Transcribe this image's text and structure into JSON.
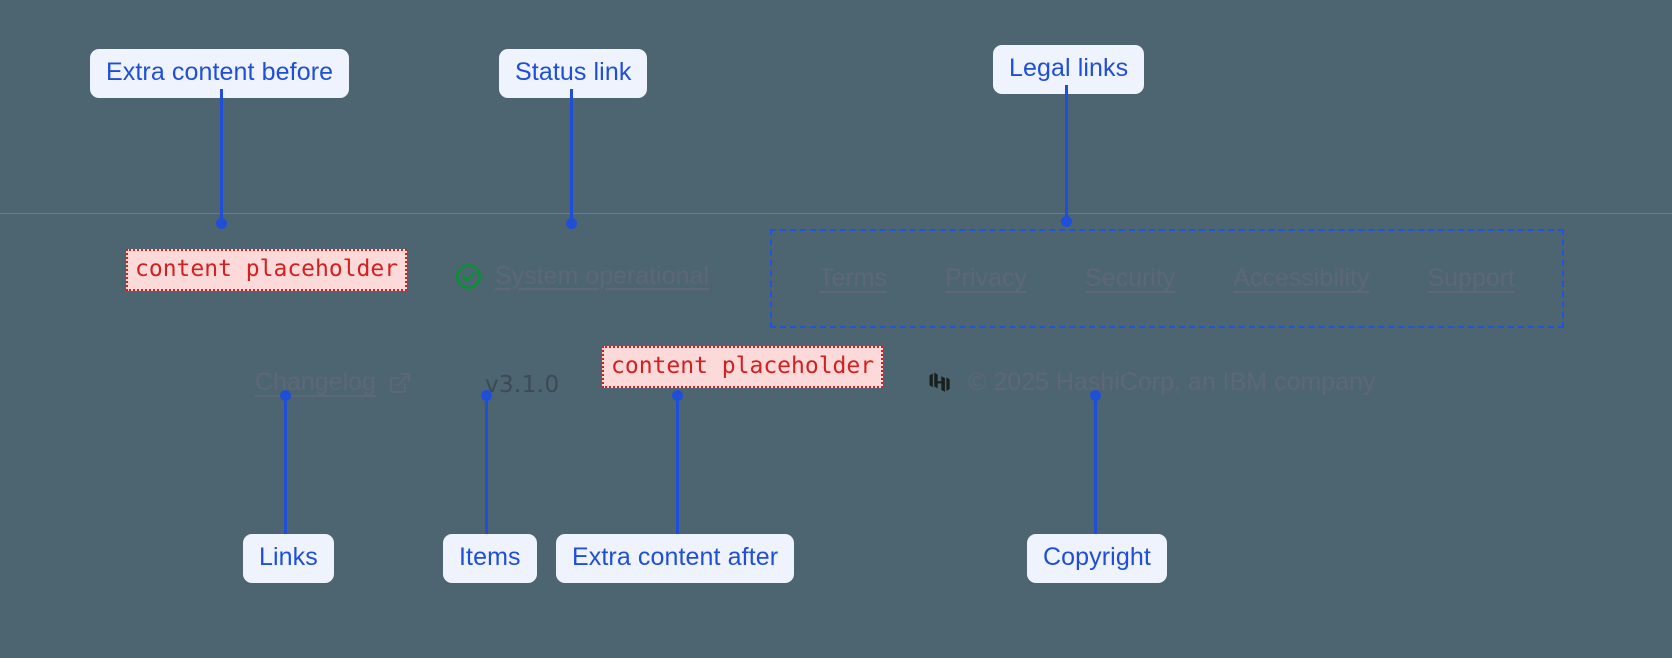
{
  "callouts": {
    "extra_before": "Extra content before",
    "status_link": "Status link",
    "legal_links": "Legal links",
    "links": "Links",
    "items": "Items",
    "extra_after": "Extra content after",
    "copyright": "Copyright"
  },
  "footer": {
    "extra_content_before": "content placeholder",
    "extra_content_after": "content placeholder",
    "status": {
      "icon": "check-circle-icon",
      "label": "System operational",
      "icon_color": "#00962d"
    },
    "legal_links": [
      {
        "label": "Terms"
      },
      {
        "label": "Privacy"
      },
      {
        "label": "Security"
      },
      {
        "label": "Accessibility"
      },
      {
        "label": "Support"
      }
    ],
    "changelog": {
      "label": "Changelog",
      "icon": "external-link-icon"
    },
    "version": "v3.1.0",
    "copyright": {
      "logo": "hashicorp-logo",
      "text": "© 2025 HashiCorp, an IBM company"
    }
  },
  "colors": {
    "background": "#4c6571",
    "annotation_blue": "#1f4fd8",
    "pill_background": "#eef3fd",
    "placeholder_red": "#d32020",
    "placeholder_background": "#fcdada",
    "muted_text": "#5e6776",
    "status_green": "#00962d",
    "divider": "#7f8ea0"
  }
}
